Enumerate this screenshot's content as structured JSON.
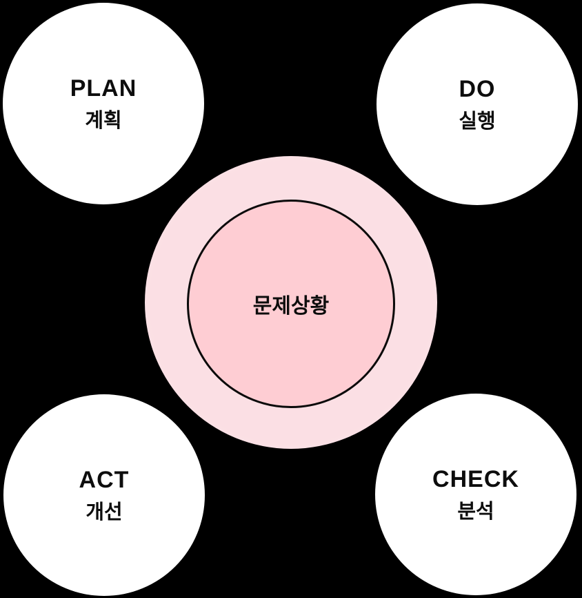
{
  "diagram": {
    "type": "pdca-cycle",
    "background_color": "#000000",
    "text_color": "#0d0d0d",
    "node_fill_color": "#ffffff",
    "center": {
      "label": "문제상황",
      "fill_color": "#fecdd3",
      "border_color": "#0a0a0a",
      "halo_inner_color": "#fbdfe4",
      "halo_outer_color": "#fdf1f3"
    },
    "nodes": [
      {
        "id": "plan",
        "en": "PLAN",
        "ko": "계획",
        "position": "top-left"
      },
      {
        "id": "do",
        "en": "DO",
        "ko": "실행",
        "position": "top-right"
      },
      {
        "id": "act",
        "en": "ACT",
        "ko": "개선",
        "position": "bottom-left"
      },
      {
        "id": "check",
        "en": "CHECK",
        "ko": "분석",
        "position": "bottom-right"
      }
    ]
  }
}
